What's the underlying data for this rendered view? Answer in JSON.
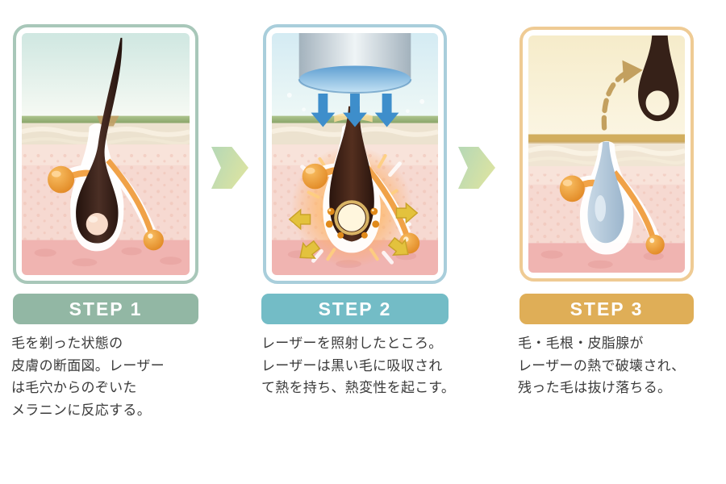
{
  "page": {
    "background_color": "#ffffff",
    "text_color": "#3b3b3b",
    "flow_arrow_gradient": [
      "#b9d9b4",
      "#dde4a1"
    ]
  },
  "steps": [
    {
      "label": "STEP 1",
      "description": "毛を剃った状態の\n皮膚の断面図。レーザー\nは毛穴からのぞいた\nメラニンに反応する。",
      "banner_color": "#92b7a4",
      "card_border_color": "#a8c7b9",
      "illustration_name": "shaved-hair-skin-cross-section",
      "illustration_colors": {
        "sky": "#d3e8e2",
        "skin_surface": "#9bb47c",
        "epidermis": "#ece2cf",
        "dermis": "#f6d9d1",
        "deep_dermis": "#f0b4b1",
        "hair": "#32201a",
        "gland": "#ef9d3e"
      }
    },
    {
      "label": "STEP 2",
      "description": "レーザーを照射したところ。\nレーザーは黒い毛に吸収され\nて熱を持ち、熱変性を起こす。",
      "banner_color": "#73bcc6",
      "card_border_color": "#a9cedb",
      "illustration_name": "laser-irradiating-hair-bulb-heating",
      "illustration_colors": {
        "sky": "#d9edf3",
        "laser_device": "#aebcc6",
        "laser_lens": "#5f9fd2",
        "beam_arrows": "#3e8ecb",
        "heat_glow": "#ffb35c",
        "outward_arrows": "#e3c23d"
      }
    },
    {
      "label": "STEP 3",
      "description": "毛・毛根・皮脂腺が\nレーザーの熱で破壊され、\n残った毛は抜け落ちる。",
      "banner_color": "#dfae57",
      "card_border_color": "#efcb94",
      "illustration_name": "destroyed-follicle-hair-falling-out",
      "illustration_colors": {
        "sky": "#f6ecca",
        "skin_surface": "#d2ae5f",
        "dead_follicle": "#aac3d8",
        "falling_hair": "#362118",
        "fallout_arrow": "#c3a05f"
      }
    }
  ]
}
